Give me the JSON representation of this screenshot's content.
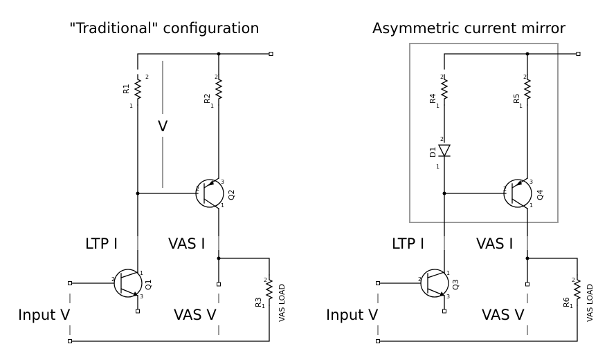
{
  "left": {
    "title": "\"Traditional\" configuration",
    "v_label": "V",
    "ltp_label": "LTP I",
    "vas_i_label": "VAS I",
    "input_label": "Input V",
    "vas_v_label": "VAS V",
    "r1": "R1",
    "r2": "R2",
    "r3": "R3",
    "r3_value": "VAS LOAD",
    "q1": "Q1",
    "q2": "Q2"
  },
  "right": {
    "title": "Asymmetric current mirror",
    "ltp_label": "LTP I",
    "vas_i_label": "VAS I",
    "input_label": "Input V",
    "vas_v_label": "VAS V",
    "r4": "R4",
    "r5": "R5",
    "r6": "R6",
    "r6_value": "VAS LOAD",
    "d1": "D1",
    "q3": "Q3",
    "q4": "Q4"
  },
  "pins": {
    "one": "1",
    "two": "2",
    "three": "3"
  }
}
